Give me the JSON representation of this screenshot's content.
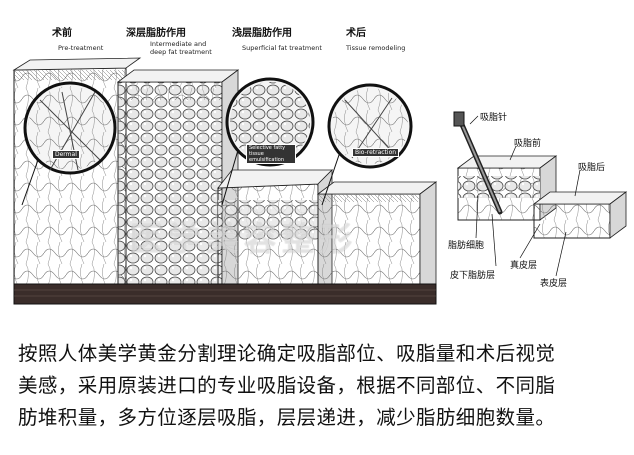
{
  "stages": [
    {
      "title": "术前",
      "subtitle": [
        "Pre-treatment"
      ]
    },
    {
      "title": "深层脂肪作用",
      "subtitle": [
        "Intermediate and",
        "deep fat treatment"
      ]
    },
    {
      "title": "浅层脂肪作用",
      "subtitle": [
        "Superficial fat treatment"
      ]
    },
    {
      "title": "术后",
      "subtitle": [
        "Tissue remodeling"
      ]
    }
  ],
  "magnifier_tags": [
    "Dermal",
    "Selective fatty tissue emulsification",
    "Bio-retraction"
  ],
  "inset": {
    "cannula": "吸脂针",
    "before": "吸脂前",
    "after": "吸脂后",
    "fat_cell": "脂肪细胞",
    "subcutaneous_fat": "皮下脂肪层",
    "dermis": "真皮层",
    "epidermis": "表皮层"
  },
  "watermark": "医学美容整形",
  "caption_lines": [
    "按照人体美学黄金分割理论确定吸脂部位、吸脂量和术后视觉",
    "美感，采用原装进口的专业吸脂设备，根据不同部位、不同脂",
    "肪堆积量，多方位逐层吸脂，层层递进，减少脂肪细胞数量。"
  ]
}
